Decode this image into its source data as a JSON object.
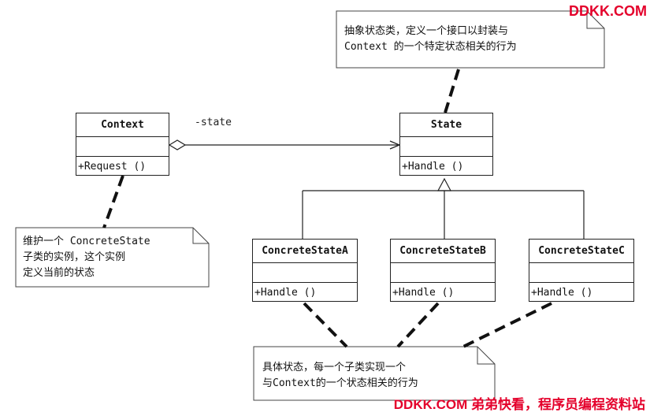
{
  "diagram": {
    "classes": {
      "context": {
        "name": "Context",
        "operation": "+Request ()"
      },
      "state": {
        "name": "State",
        "operation": "+Handle ()"
      },
      "concrete_a": {
        "name": "ConcreteStateA",
        "operation": "+Handle ()"
      },
      "concrete_b": {
        "name": "ConcreteStateB",
        "operation": "+Handle ()"
      },
      "concrete_c": {
        "name": "ConcreteStateC",
        "operation": "+Handle ()"
      }
    },
    "association_label": "-state",
    "notes": {
      "state_note": {
        "line1": "抽象状态类，定义一个接口以封装与",
        "line2": "Context 的一个特定状态相关的行为"
      },
      "context_note": {
        "line1": "维护一个 ConcreteState",
        "line2": "子类的实例，这个实例",
        "line3": "定义当前的状态"
      },
      "concrete_note": {
        "line1": "具体状态，每一个子类实现一个",
        "line2": "与Context的一个状态相关的行为"
      }
    }
  },
  "watermarks": {
    "top": "DDKK.COM",
    "bottom": "DDKK.COM 弟弟快看，程序员编程资料站"
  },
  "colors": {
    "watermark": "#e4002b",
    "line": "#222222"
  }
}
